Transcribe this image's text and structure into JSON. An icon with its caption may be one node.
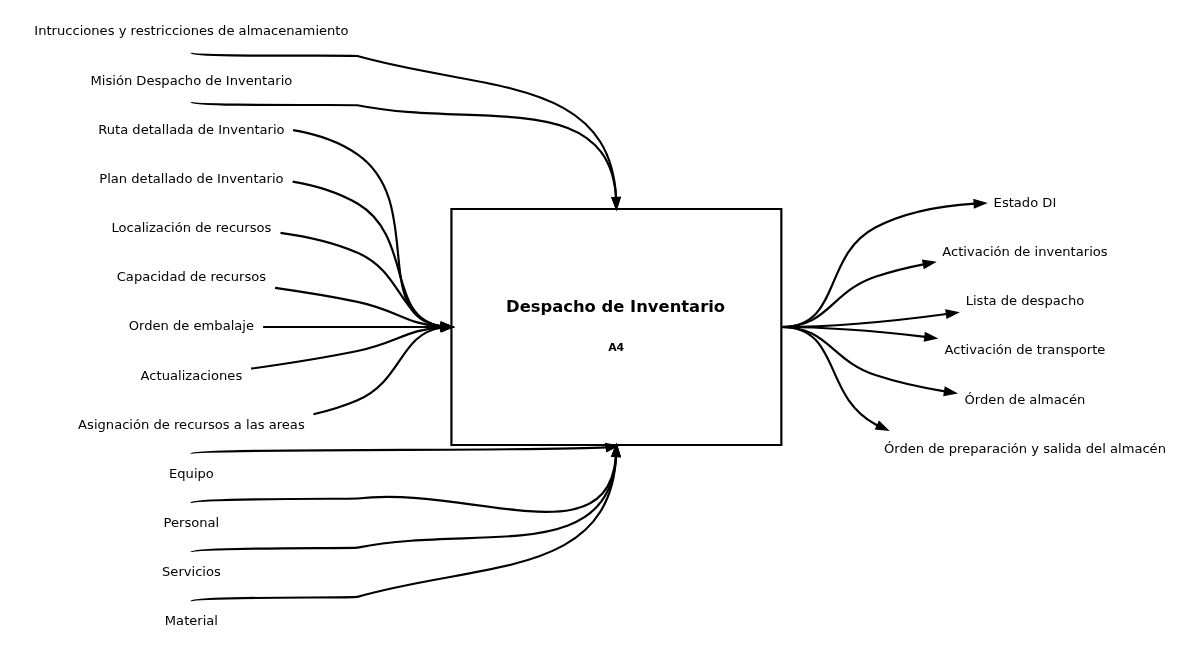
{
  "diagram": {
    "nodes": [
      {
        "text": [
          "Despacho de Inventario",
          "A4"
        ]
      },
      {
        "text": [
          "Intrucciones y restricciones de almacenamiento"
        ]
      },
      {
        "text": [
          "Misión Despacho de Inventario"
        ]
      },
      {
        "text": [
          "Ruta detallada de Inventario"
        ]
      },
      {
        "text": [
          "Plan detallado de Inventario"
        ]
      },
      {
        "text": [
          "Localización de recursos"
        ]
      },
      {
        "text": [
          "Capacidad de recursos"
        ]
      },
      {
        "text": [
          "Orden de embalaje"
        ]
      },
      {
        "text": [
          "Actualizaciones"
        ]
      },
      {
        "text": [
          "Asignación de recursos a las areas"
        ]
      },
      {
        "text": [
          "Estado DI"
        ]
      },
      {
        "text": [
          "Activación de inventarios"
        ]
      },
      {
        "text": [
          "Lista de despacho"
        ]
      },
      {
        "text": [
          "Activación de transporte"
        ]
      },
      {
        "text": [
          "Órden de almacén"
        ]
      },
      {
        "text": [
          "Órden de preparación y salida del almacén"
        ]
      },
      {
        "text": [
          "Equipo"
        ]
      },
      {
        "text": [
          "Personal"
        ]
      },
      {
        "text": [
          "Servicios"
        ]
      },
      {
        "text": [
          "Material"
        ]
      }
    ],
    "edges": [
      {
        "from": 1,
        "to": 0,
        "arrow": "to"
      },
      {
        "from": 2,
        "to": 0,
        "arrow": "to"
      },
      {
        "from": 3,
        "to": 0,
        "arrow": "to"
      },
      {
        "from": 4,
        "to": 0,
        "arrow": "to"
      },
      {
        "from": 5,
        "to": 0,
        "arrow": "to"
      },
      {
        "from": 6,
        "to": 0,
        "arrow": "to"
      },
      {
        "from": 7,
        "to": 0,
        "arrow": "to"
      },
      {
        "from": 8,
        "to": 0,
        "arrow": "to"
      },
      {
        "from": 9,
        "to": 0,
        "arrow": "to"
      },
      {
        "from": 0,
        "to": 10,
        "arrow": "to"
      },
      {
        "from": 0,
        "to": 11,
        "arrow": "to"
      },
      {
        "from": 0,
        "to": 12,
        "arrow": "to"
      },
      {
        "from": 0,
        "to": 13,
        "arrow": "to"
      },
      {
        "from": 0,
        "to": 14,
        "arrow": "to"
      },
      {
        "from": 0,
        "to": 15,
        "arrow": "to"
      },
      {
        "from": 16,
        "to": 0,
        "arrow": "to"
      },
      {
        "from": 17,
        "to": 0,
        "arrow": "to"
      },
      {
        "from": 18,
        "to": 0,
        "arrow": "to"
      },
      {
        "from": 19,
        "to": 0,
        "arrow": "to"
      }
    ]
  }
}
